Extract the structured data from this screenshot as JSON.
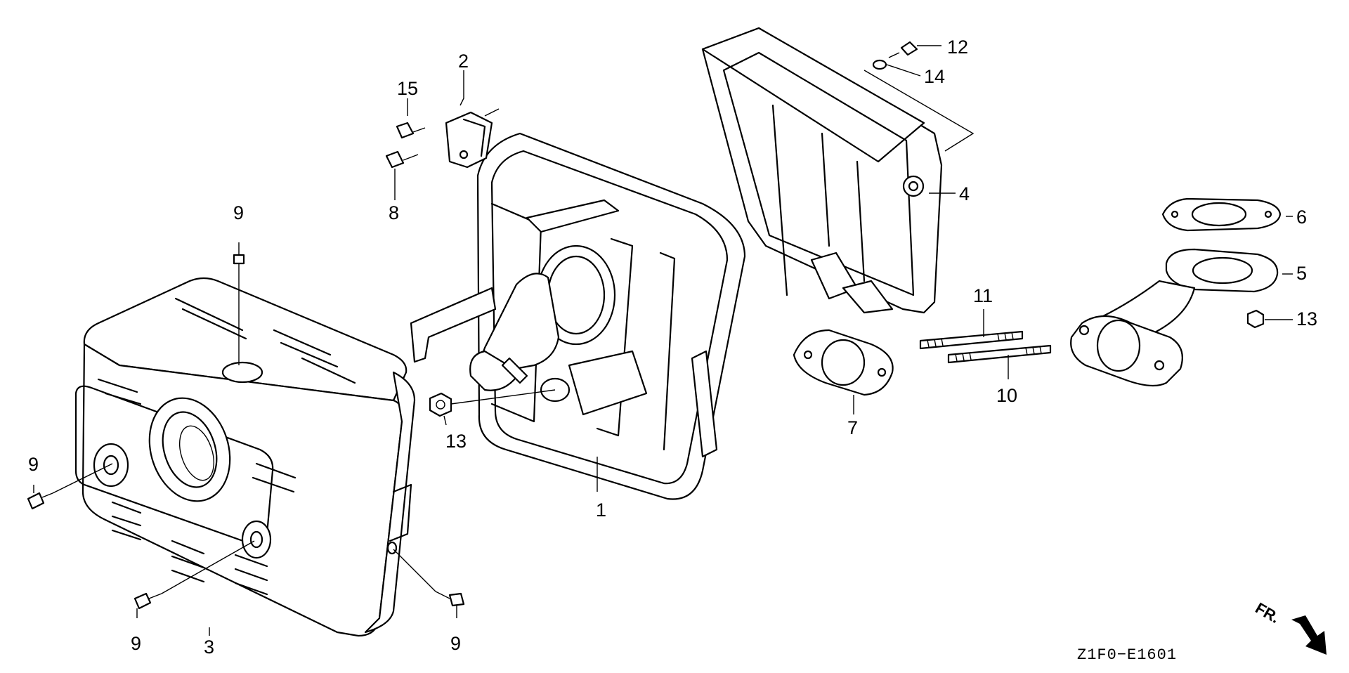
{
  "diagram": {
    "drawing_code": "Z1F0−E1601",
    "direction_label": "FR.",
    "callouts": [
      {
        "id": "c1",
        "text": "1",
        "part": "muffler"
      },
      {
        "id": "c2",
        "text": "2",
        "part": "muffler-bracket"
      },
      {
        "id": "c3",
        "text": "3",
        "part": "muffler-protector"
      },
      {
        "id": "c4",
        "text": "4",
        "part": "heat-shield"
      },
      {
        "id": "c5",
        "text": "5",
        "part": "exhaust-pipe"
      },
      {
        "id": "c6",
        "text": "6",
        "part": "gasket"
      },
      {
        "id": "c7",
        "text": "7",
        "part": "gasket"
      },
      {
        "id": "c8",
        "text": "8",
        "part": "bolt"
      },
      {
        "id": "c9a",
        "text": "9",
        "part": "screw"
      },
      {
        "id": "c9b",
        "text": "9",
        "part": "screw"
      },
      {
        "id": "c9c",
        "text": "9",
        "part": "screw"
      },
      {
        "id": "c9d",
        "text": "9",
        "part": "screw"
      },
      {
        "id": "c10",
        "text": "10",
        "part": "stud-bolt"
      },
      {
        "id": "c11",
        "text": "11",
        "part": "stud-bolt"
      },
      {
        "id": "c12",
        "text": "12",
        "part": "bolt"
      },
      {
        "id": "c13a",
        "text": "13",
        "part": "nut"
      },
      {
        "id": "c13b",
        "text": "13",
        "part": "nut"
      },
      {
        "id": "c14",
        "text": "14",
        "part": "washer"
      },
      {
        "id": "c15",
        "text": "15",
        "part": "bolt"
      }
    ]
  }
}
